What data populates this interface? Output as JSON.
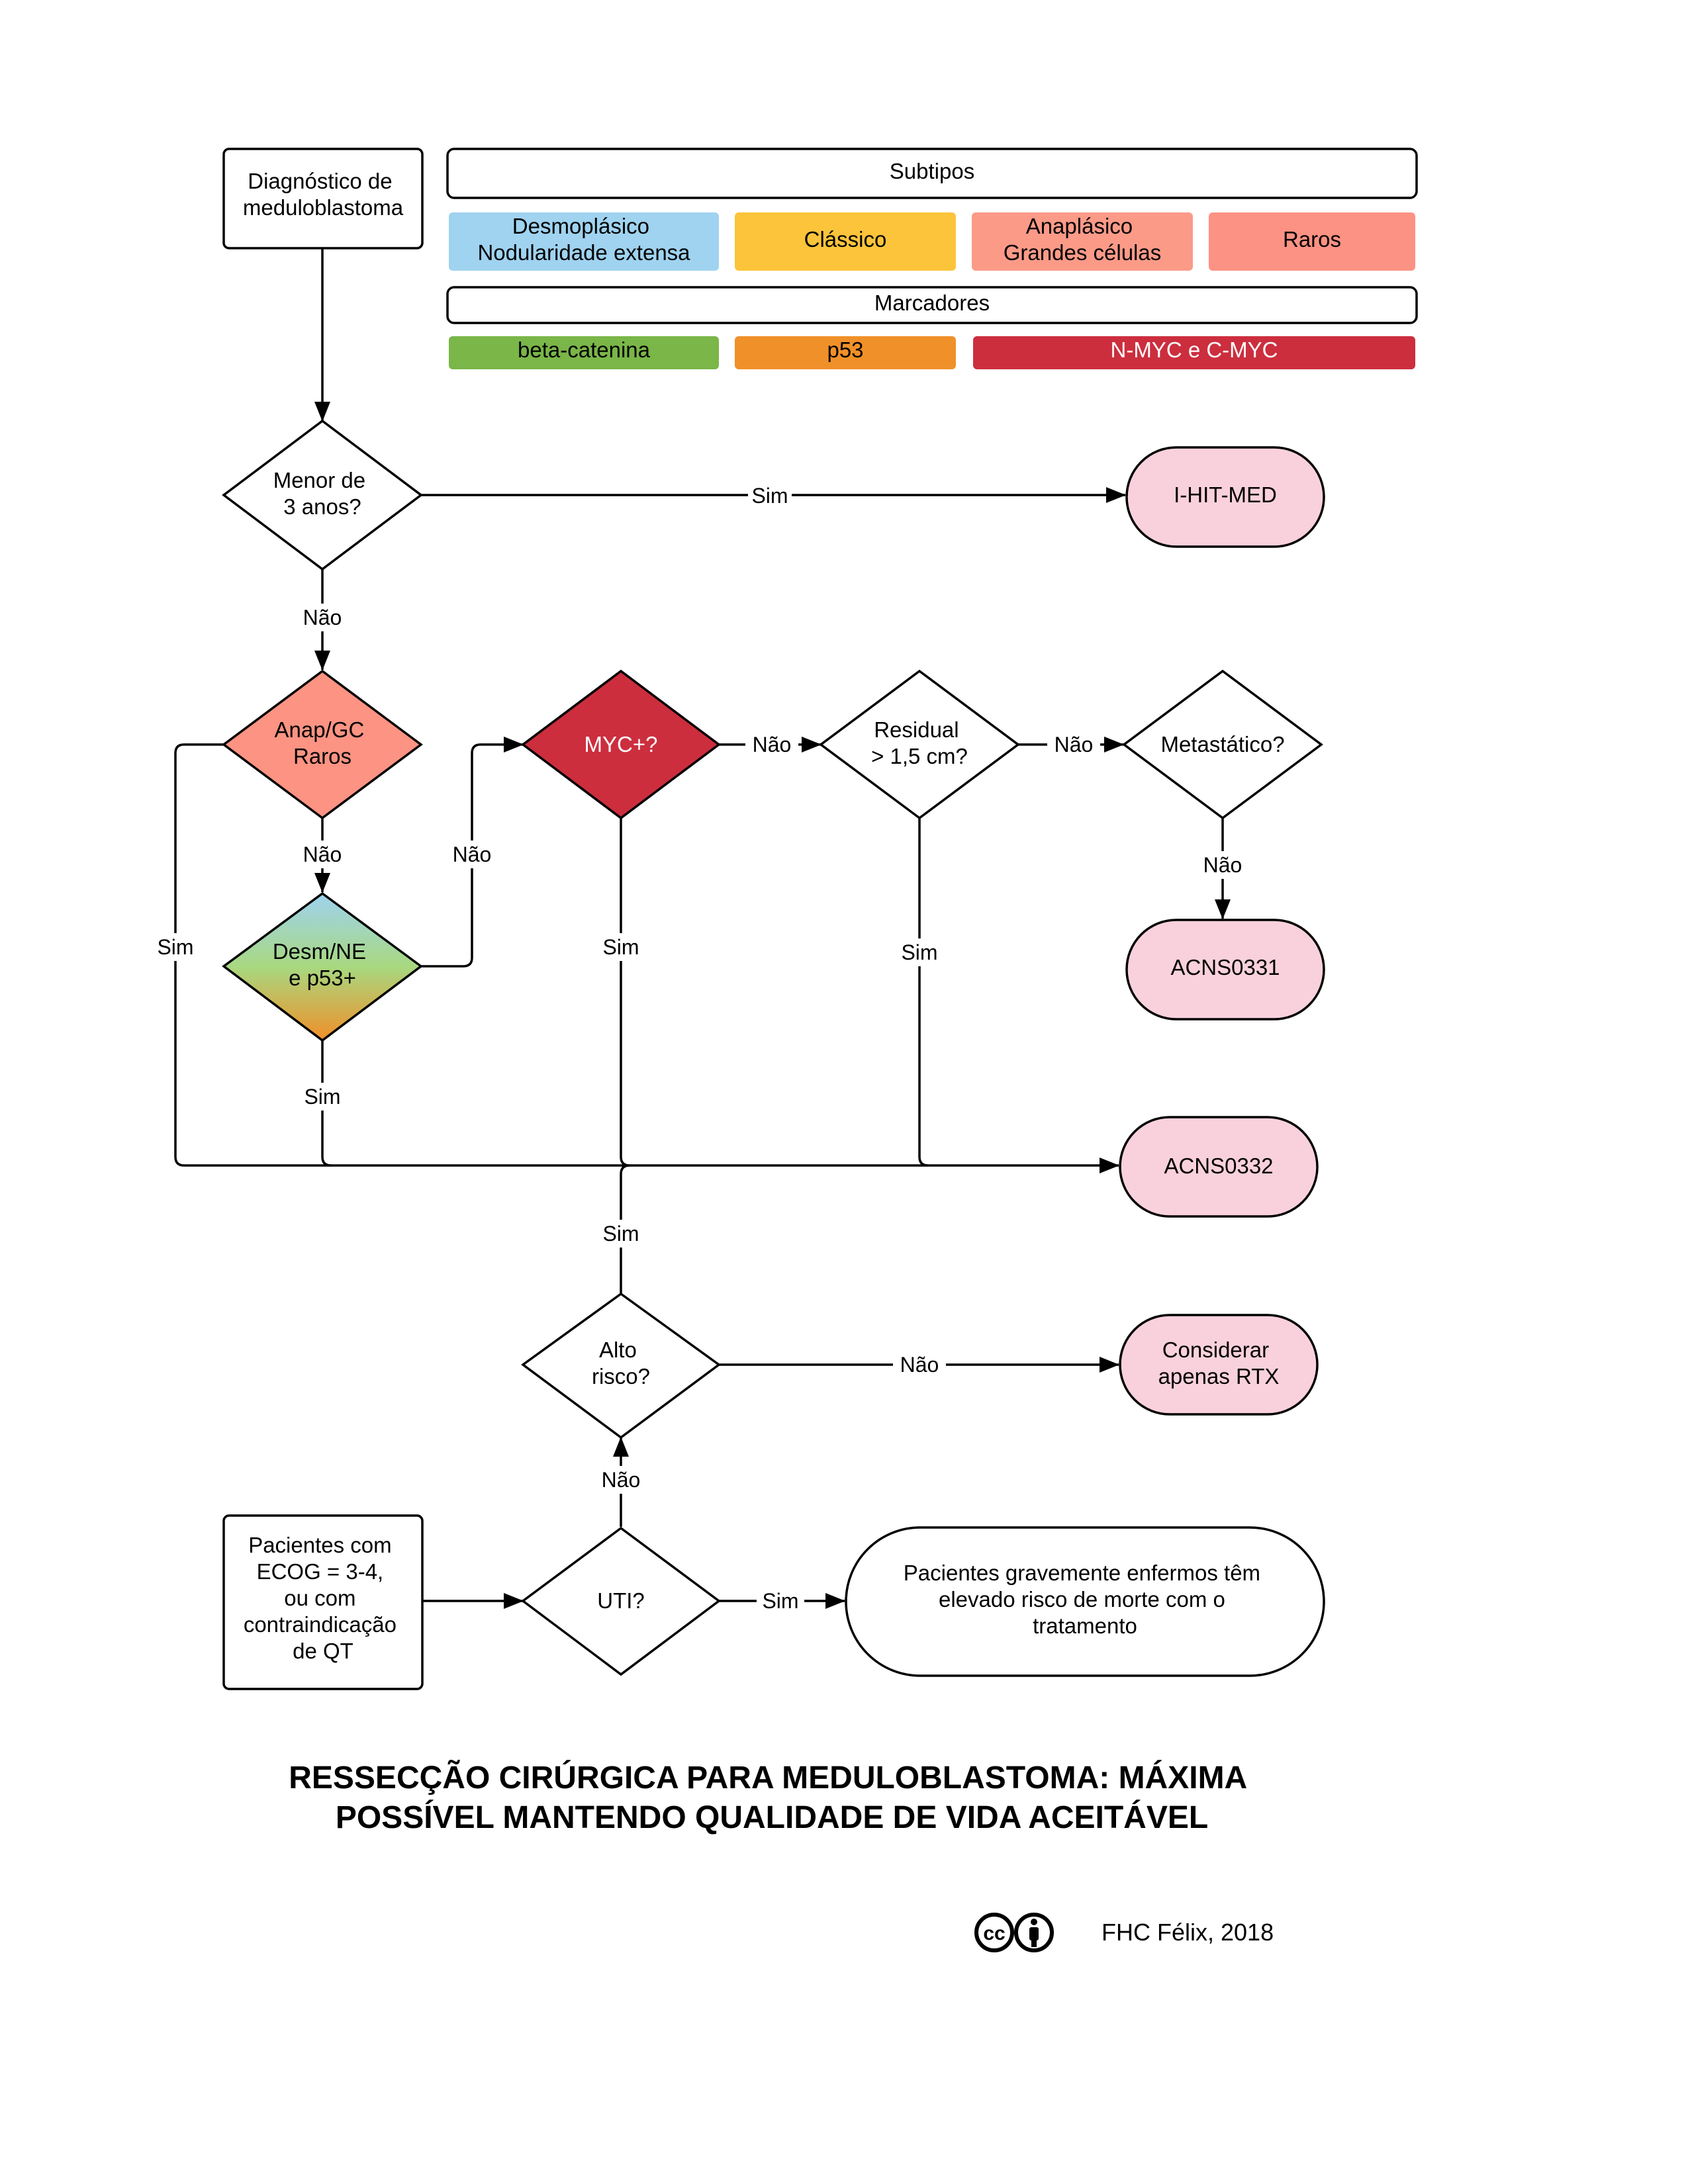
{
  "header": {
    "diagnosis": [
      "Diagnóstico de",
      "meduloblastoma"
    ],
    "subtypes_title": "Subtipos",
    "subtypes": [
      {
        "lines": [
          "Desmoplásico",
          "Nodularidade extensa"
        ],
        "color": "#9fd3f0"
      },
      {
        "lines": [
          "Clássico"
        ],
        "color": "#fcc43a"
      },
      {
        "lines": [
          "Anaplásico",
          "Grandes células"
        ],
        "color": "#fc9a88"
      },
      {
        "lines": [
          "Raros"
        ],
        "color": "#fc9283"
      }
    ],
    "markers_title": "Marcadores",
    "markers": [
      {
        "label": "beta-catenina",
        "color": "#7ab648"
      },
      {
        "label": "p53",
        "color": "#f09029"
      },
      {
        "label": "N-MYC e C-MYC",
        "color": "#cc2e3e"
      }
    ]
  },
  "nodes": {
    "under3": [
      "Menor de",
      "3 anos?"
    ],
    "ihitmed": [
      "I-HIT-MED"
    ],
    "anap": [
      "Anap/GC",
      "Raros"
    ],
    "desm": [
      "Desm/NE",
      "e p53+"
    ],
    "myc": [
      "MYC+?"
    ],
    "residual": [
      "Residual",
      "> 1,5 cm?"
    ],
    "metastatic": [
      "Metastático?"
    ],
    "acns0331": [
      "ACNS0331"
    ],
    "acns0332": [
      "ACNS0332"
    ],
    "highrisk": [
      "Alto",
      "risco?"
    ],
    "rtx": [
      "Considerar",
      "apenas RTX"
    ],
    "ecog": [
      "Pacientes com",
      "ECOG = 3-4,",
      "ou com",
      "contraindicação",
      "de QT"
    ],
    "uti": [
      "UTI?"
    ],
    "severe": [
      "Pacientes gravemente enfermos têm",
      "elevado risco de morte com o",
      "tratamento"
    ]
  },
  "edges": {
    "yes": "Sim",
    "no": "Não"
  },
  "colors": {
    "terminal": "#f9d1dc",
    "anap": "#fc9383",
    "myc": "#cc2e3e",
    "desm_top": "#9fd3f0",
    "desm_mid": "#a8d880",
    "desm_bottom": "#f09029"
  },
  "title": [
    "RESSECÇÃO CIRÚRGICA PARA MEDULOBLASTOMA: MÁXIMA",
    "POSSÍVEL MANTENDO QUALIDADE DE VIDA ACEITÁVEL"
  ],
  "footer": {
    "license_icon": "creative-commons-by-icon",
    "cc_text": "cc",
    "credit": "FHC Félix, 2018"
  }
}
